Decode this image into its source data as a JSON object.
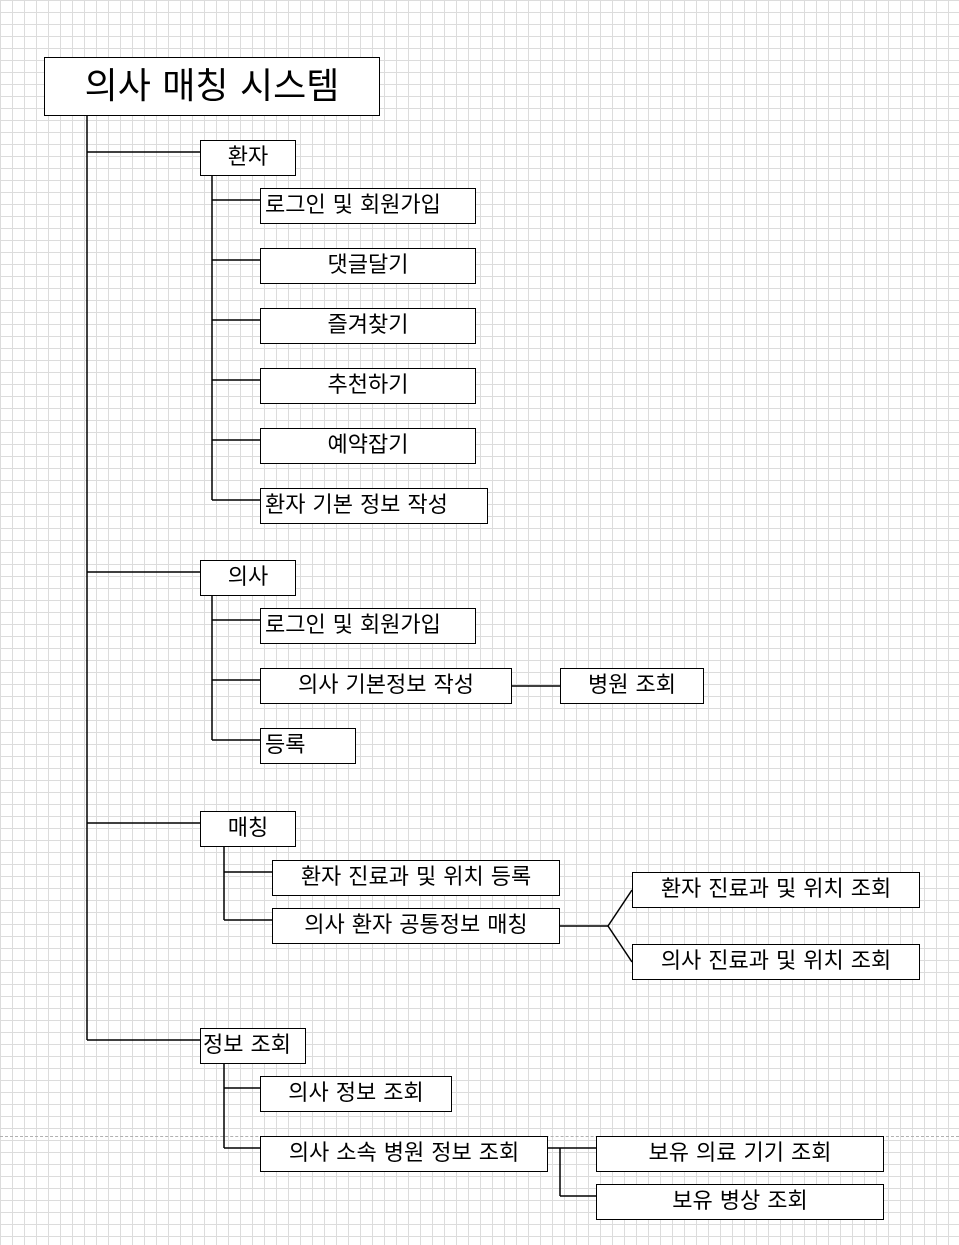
{
  "title": "의사 매칭 시스템",
  "patient": {
    "label": "환자",
    "items": [
      "로그인 및 회원가입",
      "댓글달기",
      "즐겨찾기",
      "추천하기",
      "예약잡기",
      "환자 기본 정보 작성"
    ]
  },
  "doctor": {
    "label": "의사",
    "items": [
      "로그인 및 회원가입",
      "의사 기본정보 작성",
      "등록"
    ],
    "sub": "병원 조회"
  },
  "matching": {
    "label": "매칭",
    "items": [
      "환자 진료과 및 위치 등록",
      "의사 환자 공통정보 매칭"
    ],
    "sub": [
      "환자 진료과 및 위치 조회",
      "의사 진료과 및 위치 조회"
    ]
  },
  "info": {
    "label": "정보 조회",
    "items": [
      "의사 정보 조회",
      "의사 소속 병원 정보 조회"
    ],
    "sub": [
      "보유 의료 기기 조회",
      "보유 병상 조회"
    ]
  }
}
